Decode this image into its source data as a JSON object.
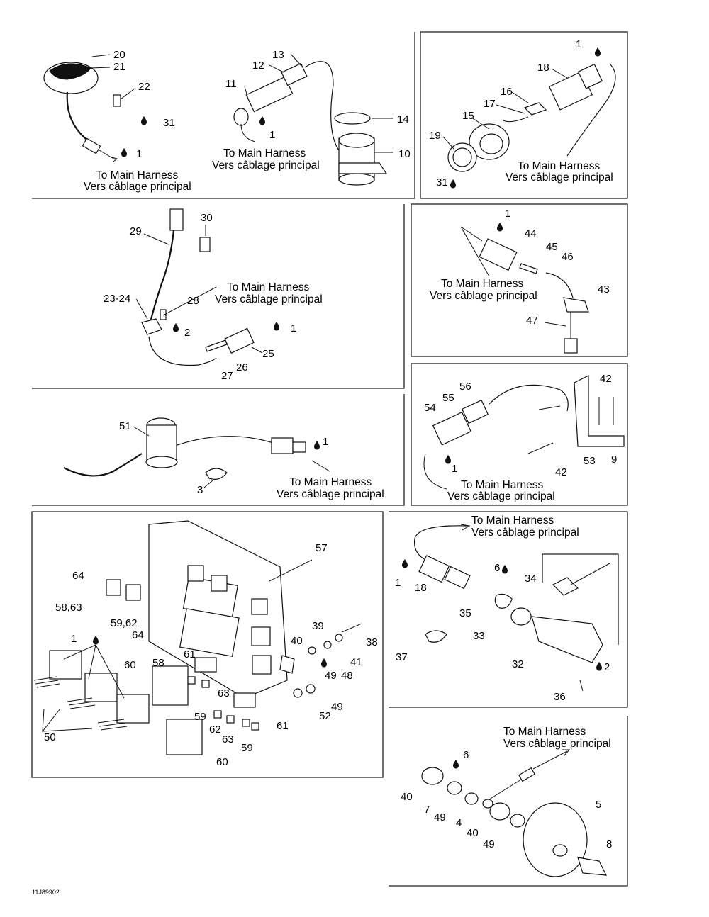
{
  "harness_text": {
    "en": "To Main Harness",
    "fr": "Vers câblage principal"
  },
  "drawing_code": "11J89902",
  "callouts": {
    "p1": [
      "20",
      "21",
      "22",
      "31",
      "1"
    ],
    "p2": [
      "13",
      "12",
      "11",
      "14",
      "1",
      "10"
    ],
    "p3": [
      "1",
      "18",
      "16",
      "17",
      "15",
      "19",
      "31"
    ],
    "p4": [
      "30",
      "29",
      "28",
      "23-24",
      "2",
      "1",
      "25",
      "26",
      "27"
    ],
    "p5": [
      "1",
      "44",
      "45",
      "46",
      "43",
      "47"
    ],
    "p6": [
      "51",
      "1",
      "3"
    ],
    "p7": [
      "56",
      "55",
      "54",
      "42",
      "1",
      "53",
      "9",
      "42"
    ],
    "p8": [
      "57",
      "64",
      "58,63",
      "59,62",
      "64",
      "1",
      "39",
      "38",
      "40",
      "41",
      "61",
      "58",
      "60",
      "63",
      "49",
      "48",
      "49",
      "52",
      "59",
      "62",
      "63",
      "61",
      "59",
      "60",
      "50"
    ],
    "p9": [
      "6",
      "34",
      "18",
      "1",
      "35",
      "33",
      "37",
      "32",
      "2",
      "36"
    ],
    "p10": [
      "6",
      "5",
      "40",
      "7",
      "49",
      "4",
      "40",
      "49",
      "8"
    ]
  }
}
